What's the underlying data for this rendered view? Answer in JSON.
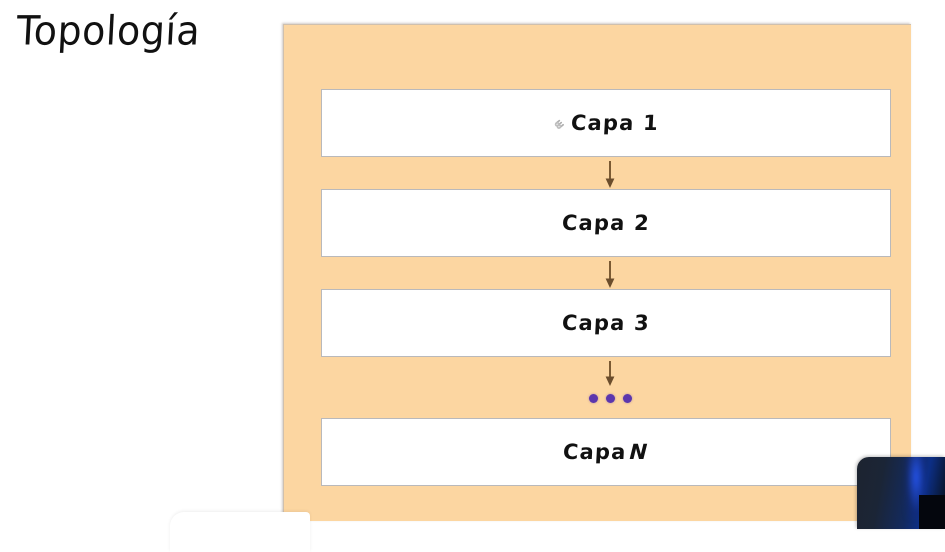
{
  "slide": {
    "title": "Topología",
    "background_color": "#ffffff"
  },
  "panel": {
    "name": "topology-panel",
    "background_color": "#fcd6a1",
    "border_color": "#cfc0ae"
  },
  "diagram": {
    "type": "vertical-stack-flow",
    "box_fill": "#ffffff",
    "box_border": "#b9b9bb",
    "box_shadow_color": "#5f6672",
    "arrow_color": "#7a5a33",
    "ellipsis_color": "#5b36ad",
    "layers": [
      {
        "id": "layer-1",
        "label": "Capa 1",
        "italic_tail": "",
        "has_link_icon": true,
        "icon": "link-chain-icon"
      },
      {
        "id": "layer-2",
        "label": "Capa 2",
        "italic_tail": "",
        "has_link_icon": false,
        "icon": ""
      },
      {
        "id": "layer-3",
        "label": "Capa 3",
        "italic_tail": "",
        "has_link_icon": false,
        "icon": ""
      },
      {
        "id": "layer-n",
        "label": "Capa",
        "italic_tail": "N",
        "has_link_icon": false,
        "icon": ""
      }
    ],
    "connectors": [
      {
        "id": "arrow-1-2",
        "kind": "arrow-down-icon",
        "from": "Capa 1",
        "to": "Capa 2"
      },
      {
        "id": "arrow-2-3",
        "kind": "arrow-down-icon",
        "from": "Capa 2",
        "to": "Capa 3"
      },
      {
        "id": "arrow-3-dots",
        "kind": "arrow-down-icon",
        "from": "Capa 3",
        "to": "ellipsis"
      }
    ],
    "ellipsis": {
      "id": "ellipsis-dots",
      "dot_count": 3,
      "meaning": "more layers"
    }
  },
  "overlays": {
    "webcam": {
      "name": "webcam-video-overlay",
      "description": "dark blue presenter video thumbnail"
    },
    "bottom_sheet": {
      "name": "bottom-sheet",
      "description": "white rounded panel edge"
    }
  }
}
